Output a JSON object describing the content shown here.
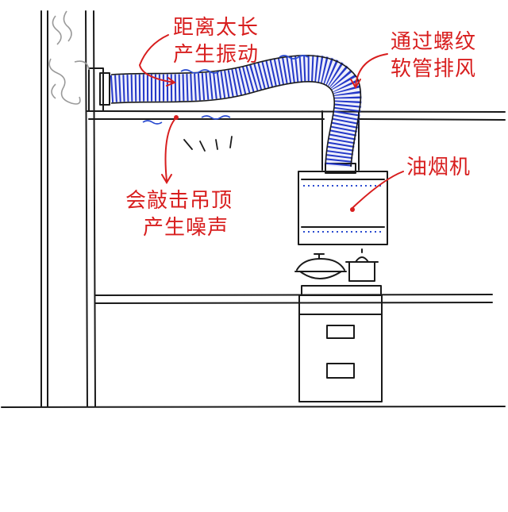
{
  "annotations": {
    "vibration": [
      "距离太长",
      "产生振动"
    ],
    "spiral_duct": [
      "通过螺纹",
      "软管排风"
    ],
    "range_hood": "油烟机",
    "noise": [
      "会敲击吊顶",
      "产生噪声"
    ]
  },
  "colors": {
    "ink": "#1a1a1a",
    "annotation": "#d81e1e",
    "duct": "#2438c8",
    "smoke": "#9a9a9a",
    "sketch_blue": "#2a4bd0"
  }
}
